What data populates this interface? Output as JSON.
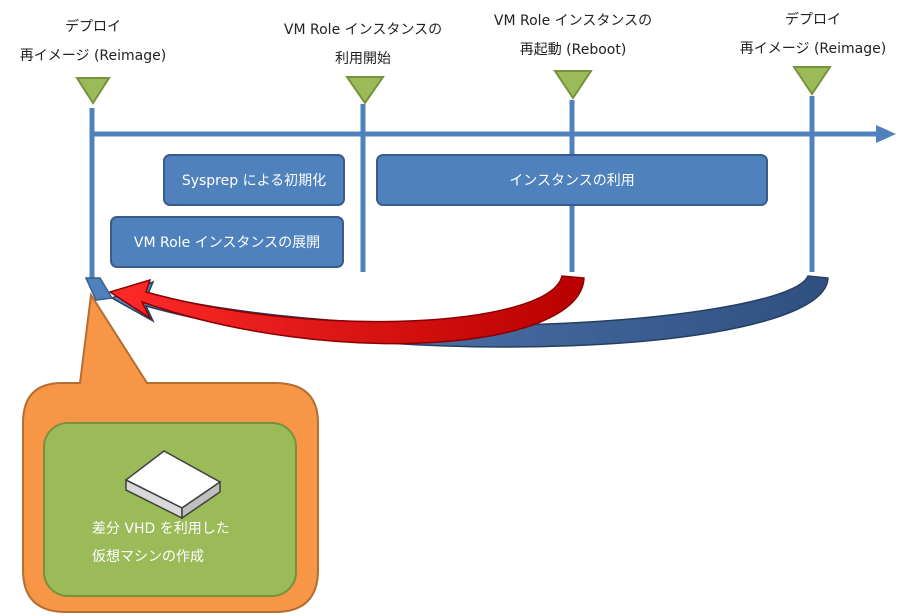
{
  "events": [
    {
      "line1": "デプロイ",
      "line2": "再イメージ (Reimage)"
    },
    {
      "line1": "VM Role インスタンスの",
      "line2": "利用開始"
    },
    {
      "line1": "VM Role インスタンスの",
      "line2": "再起動 (Reboot)"
    },
    {
      "line1": "デプロイ",
      "line2": "再イメージ (Reimage)"
    }
  ],
  "phases": {
    "sysprep": "Sysprep による初期化",
    "deploy": "VM Role インスタンスの展開",
    "usage": "インスタンスの利用"
  },
  "vhd": {
    "line1": "差分 VHD を利用した",
    "line2": "仮想マシンの作成"
  },
  "colors": {
    "timeline": "#4f81bd",
    "box_fill": "#4f81bd",
    "box_border": "#385d8a",
    "marker_fill": "#9bbb59",
    "marker_border": "#76923c",
    "reboot_arrow": "#cc0000",
    "reimage_arrow": "#385d8a",
    "callout_fill": "#f79646",
    "callout_inner": "#9bbb59"
  },
  "icons": {
    "marker": "triangle-down-icon",
    "disk": "hard-disk-icon"
  }
}
